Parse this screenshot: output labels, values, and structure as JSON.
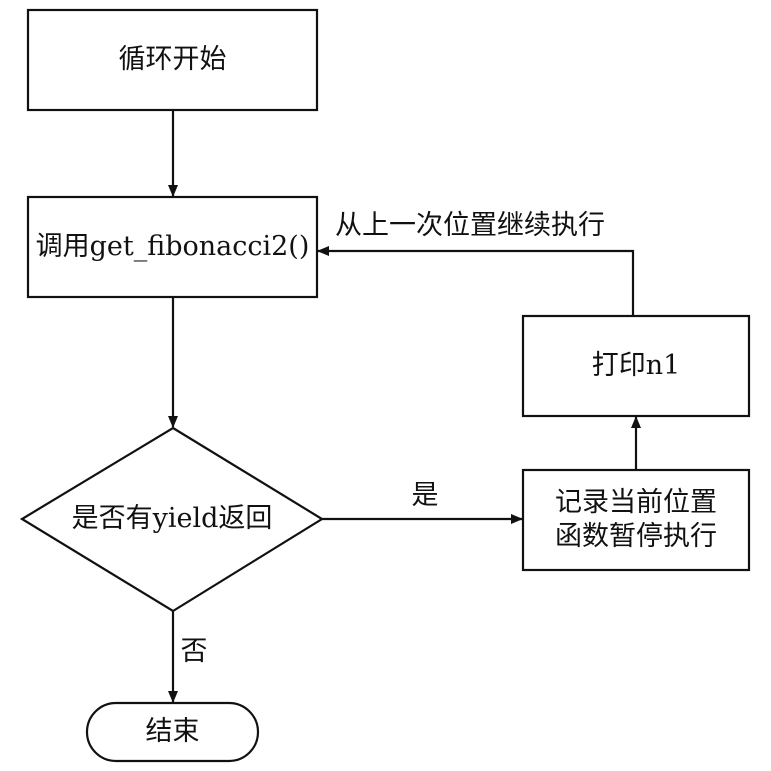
{
  "nodes": {
    "start": {
      "label": "循环开始"
    },
    "call": {
      "label": "调用get_fibonacci2()"
    },
    "decision": {
      "label": "是否有yield返回"
    },
    "record": {
      "lines": [
        "记录当前位置",
        "函数暂停执行"
      ]
    },
    "print": {
      "label": "打印n1"
    },
    "end": {
      "label": "结束"
    }
  },
  "edges": {
    "yes_label": "是",
    "no_label": "否",
    "resume_label": "从上一次位置继续执行"
  },
  "colors": {
    "stroke": "#111111",
    "background": "#ffffff"
  }
}
